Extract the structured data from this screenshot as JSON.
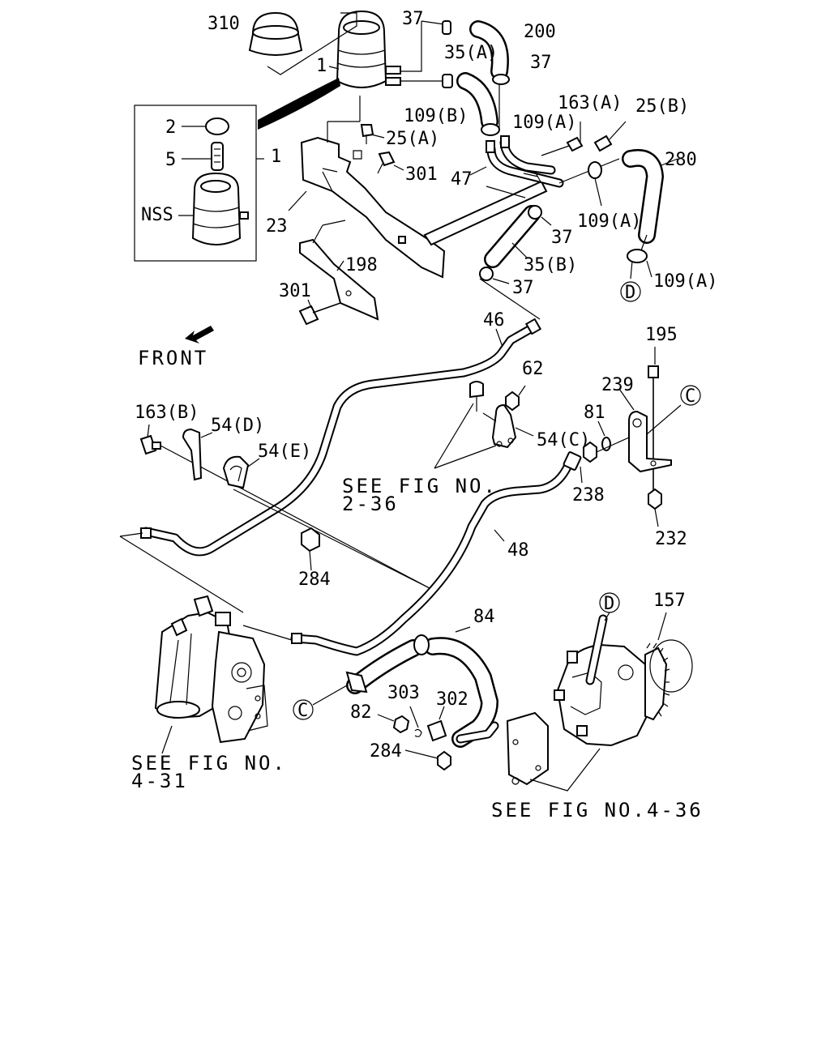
{
  "front_label": "FRONT",
  "labels": {
    "p310": "310",
    "p1_top": "1",
    "p37_a": "37",
    "p200": "200",
    "p35a": "35(A)",
    "p37_b": "37",
    "p109b": "109(B)",
    "p109a_1": "109(A)",
    "p163a": "163(A)",
    "p25b": "25(B)",
    "p2": "2",
    "p5": "5",
    "p1_box": "1",
    "nss": "NSS",
    "p25a": "25(A)",
    "p301_a": "301",
    "p47": "47",
    "p280": "280",
    "p23": "23",
    "p109a_2": "109(A)",
    "p37_c": "37",
    "p35b": "35(B)",
    "p198": "198",
    "p37_d": "37",
    "p109a_3": "109(A)",
    "p301_b": "301",
    "p46": "46",
    "p195": "195",
    "p62": "62",
    "p239": "239",
    "p163b": "163(B)",
    "p54d": "54(D)",
    "p81": "81",
    "p54c": "54(C)",
    "p54e": "54(E)",
    "p238": "238",
    "p232": "232",
    "p48": "48",
    "p284_a": "284",
    "p157": "157",
    "p84": "84",
    "p303": "303",
    "p302": "302",
    "p82": "82",
    "p284_b": "284"
  },
  "circles": {
    "d_top": "D",
    "c_right": "C",
    "c_left": "C",
    "d_bottom": "D"
  },
  "references": {
    "fig_2_36_line1": "SEE FIG NO.",
    "fig_2_36_line2": "2-36",
    "fig_4_31_line1": "SEE FIG NO.",
    "fig_4_31_line2": "4-31",
    "fig_4_36": "SEE FIG NO.4-36"
  }
}
